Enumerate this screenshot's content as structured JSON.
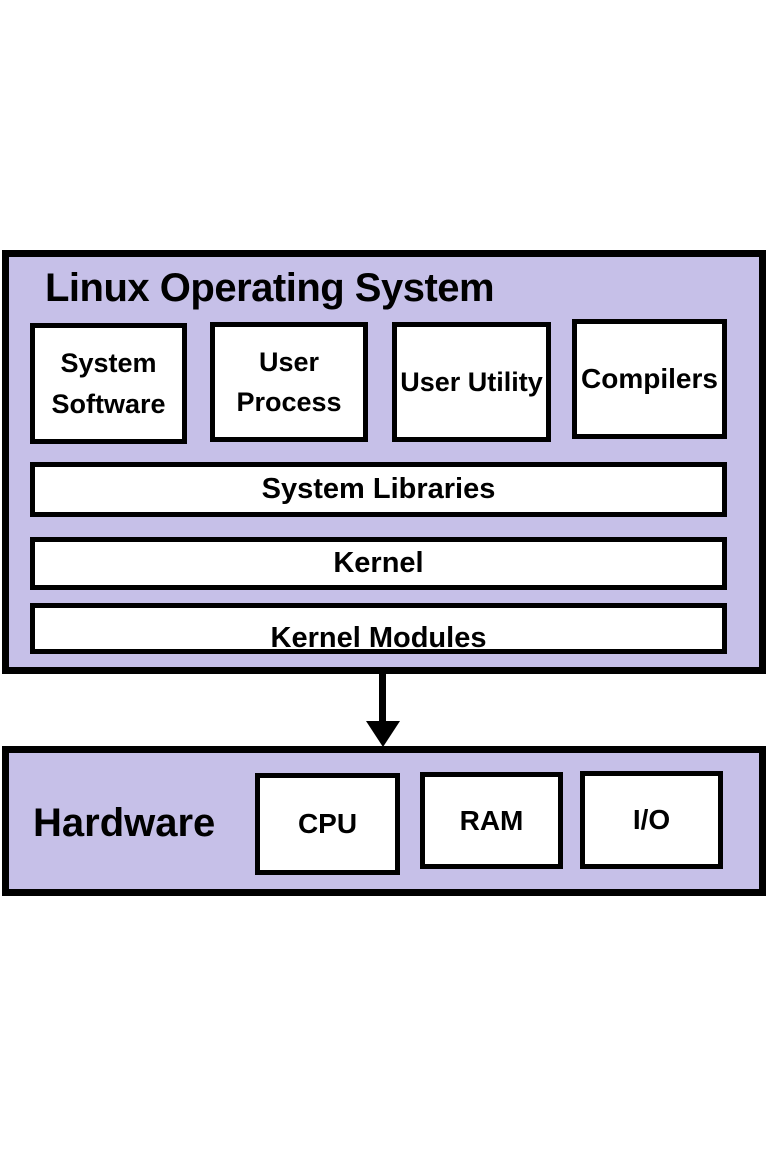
{
  "colors": {
    "panel_bg": "#c6c0e8",
    "box_bg": "#ffffff",
    "ink": "#000000",
    "page_bg": "#ffffff"
  },
  "os_panel": {
    "title": "Linux Operating System",
    "top_boxes": [
      {
        "label": "System Software"
      },
      {
        "label": "User Process"
      },
      {
        "label": "User Utility"
      },
      {
        "label": "Compilers"
      }
    ],
    "layers": [
      {
        "label": "System Libraries",
        "underlined": false
      },
      {
        "label": "Kernel",
        "underlined": false
      },
      {
        "label": "Kernel Modules",
        "underlined": true
      }
    ]
  },
  "connector": {
    "type": "arrow-down",
    "from": "Kernel Modules",
    "to": "Hardware"
  },
  "hardware_panel": {
    "title": "Hardware",
    "components": [
      {
        "label": "CPU"
      },
      {
        "label": "RAM"
      },
      {
        "label": "I/O"
      }
    ]
  }
}
